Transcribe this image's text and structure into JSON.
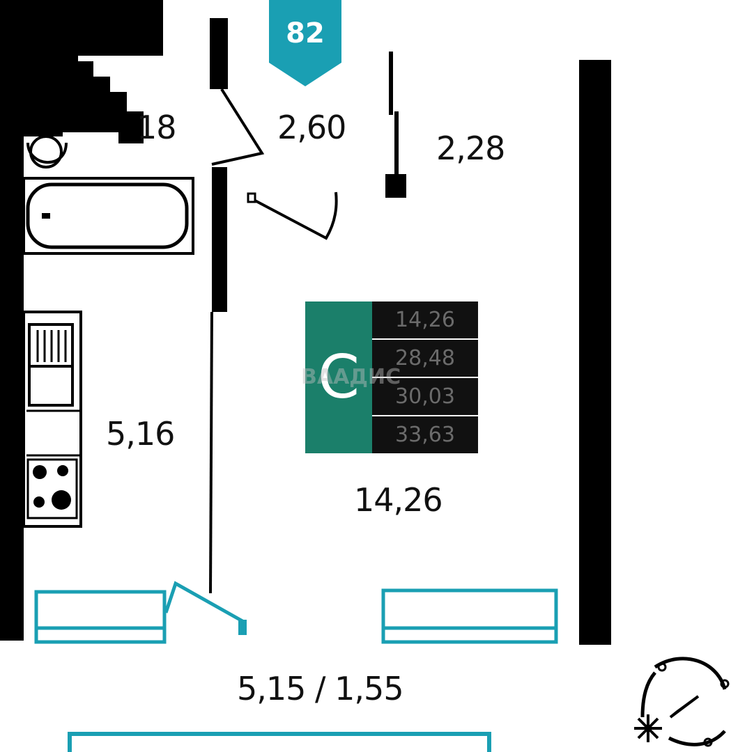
{
  "apartment": {
    "number": "82",
    "type_letter": "C",
    "area_values": [
      "14,26",
      "28,48",
      "30,03",
      "33,63"
    ]
  },
  "rooms": {
    "bathroom": "18",
    "hall": "2,60",
    "wardrobe": "2,28",
    "kitchen": "5,16",
    "living_room": "14,26",
    "balcony": "5,15 / 1,55"
  },
  "watermark": "ВААДИС",
  "colors": {
    "accent": "#1a9fb3",
    "type_cell": "#1b7f6a",
    "wall": "#000000",
    "value_bg": "#111111",
    "value_text": "#6b6b6b"
  }
}
